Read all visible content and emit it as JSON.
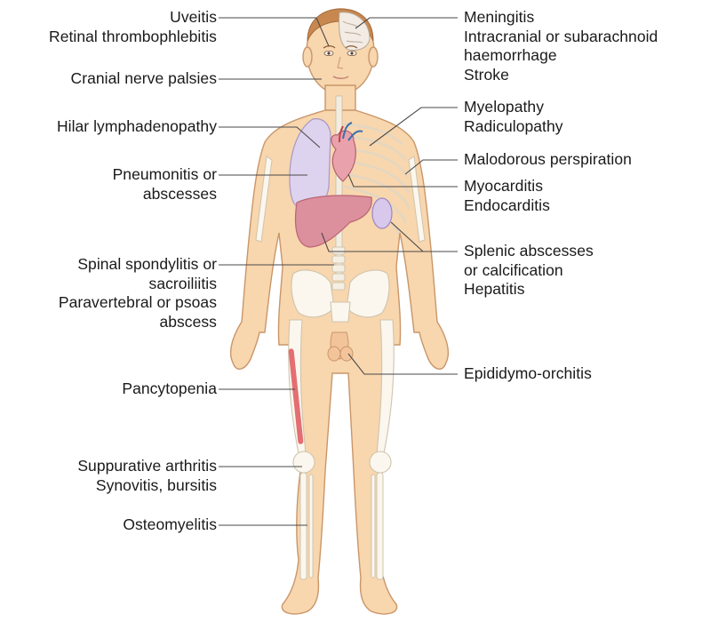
{
  "labels": {
    "uveitis": "Uveitis",
    "retinal": "Retinal thrombophlebitis",
    "cranial_nerve": "Cranial nerve palsies",
    "hilar": "Hilar lymphadenopathy",
    "pneumonitis_1": "Pneumonitis or",
    "pneumonitis_2": "abscesses",
    "spondylitis_1": "Spinal spondylitis or",
    "spondylitis_2": "sacroiliitis",
    "paravertebral_1": "Paravertebral or psoas",
    "paravertebral_2": "abscess",
    "pancytopenia": "Pancytopenia",
    "suppurative": "Suppurative arthritis",
    "synovitis": "Synovitis, bursitis",
    "osteomyelitis": "Osteomyelitis",
    "meningitis": "Meningitis",
    "intracranial_1": "Intracranial or subarachnoid",
    "intracranial_2": "haemorrhage",
    "stroke": "Stroke",
    "myelopathy": "Myelopathy",
    "radiculopathy": "Radiculopathy",
    "malodorous": "Malodorous perspiration",
    "myocarditis": "Myocarditis",
    "endocarditis": "Endocarditis",
    "splenic_1": "Splenic abscesses",
    "splenic_2": "or calcification",
    "hepatitis": "Hepatitis",
    "epididymo": "Epididymo-orchitis"
  },
  "colors": {
    "skin": "#f8d6ae",
    "skin_outline": "#c9966a",
    "lung": "#ddd3ee",
    "liver": "#dc8f9d",
    "heart": "#e9a1ac",
    "spleen": "#d8c8ec",
    "bone": "#fbf7ee",
    "marrow": "#e46e72"
  }
}
